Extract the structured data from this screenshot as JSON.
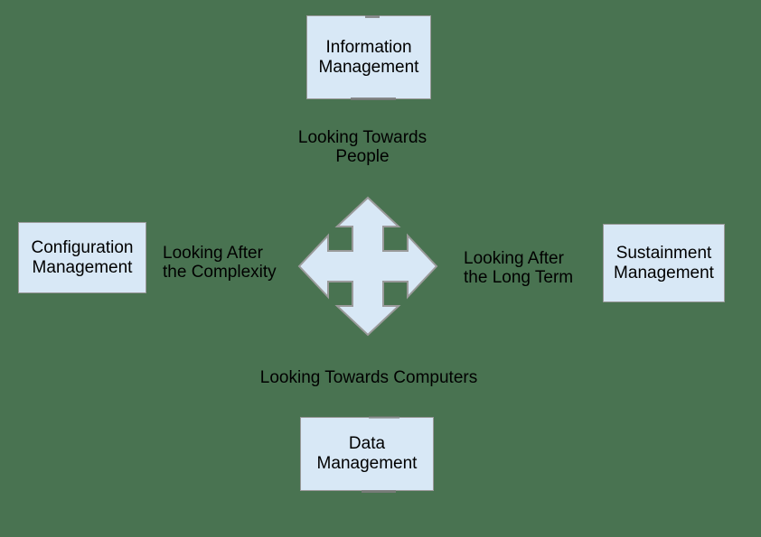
{
  "colors": {
    "background": "#497351",
    "node_fill": "#d8e8f6",
    "node_border": "#999999",
    "arrow_fill": "#d8e8f6",
    "arrow_border": "#9a9a9a",
    "text": "#000000"
  },
  "diagram": {
    "nodes": {
      "top": {
        "label": "Information\nManagement"
      },
      "left": {
        "label": "Configuration\nManagement"
      },
      "right": {
        "label": "Sustainment\nManagement"
      },
      "bottom": {
        "label": "Data\nManagement"
      }
    },
    "axis_labels": {
      "top": "Looking Towards\nPeople",
      "left": "Looking After\nthe Complexity",
      "right": "Looking After\nthe Long Term",
      "bottom": "Looking Towards Computers"
    },
    "center_icon": "four-way-move-arrow"
  }
}
